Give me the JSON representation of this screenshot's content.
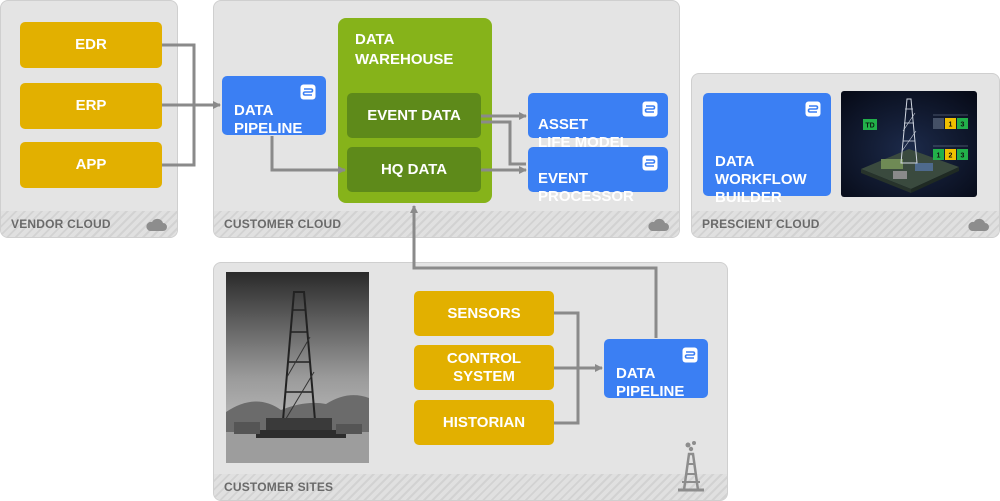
{
  "vendor_cloud": {
    "label": "VENDOR CLOUD",
    "items": [
      "EDR",
      "ERP",
      "APP"
    ]
  },
  "customer_cloud": {
    "label": "CUSTOMER CLOUD",
    "data_pipeline": "DATA\nPIPELINE",
    "data_warehouse": {
      "title": "DATA\nWAREHOUSE",
      "event_data": "EVENT DATA",
      "hq_data": "HQ DATA"
    },
    "asset_life_model": "ASSET\nLIFE MODEL",
    "event_processor": "EVENT\nPROCESSOR"
  },
  "prescient_cloud": {
    "label": "PRESCIENT CLOUD",
    "data_workflow_builder": "DATA\nWORKFLOW\nBUILDER",
    "rig_dashboard": {
      "badge_left": "TD",
      "row1": [
        "1",
        "3"
      ],
      "row2": [
        "1",
        "2",
        "3"
      ]
    }
  },
  "customer_sites": {
    "label": "CUSTOMER SITES",
    "sources": [
      "SENSORS",
      "CONTROL\nSYSTEM",
      "HISTORIAN"
    ],
    "data_pipeline": "DATA\nPIPELINE"
  },
  "colors": {
    "gold": "#e2b000",
    "blue": "#3b7ff3",
    "green": "#86b31a",
    "dark_green": "#5e8a1a",
    "panel": "#e4e4e4",
    "arrow": "#8a8a8a"
  }
}
